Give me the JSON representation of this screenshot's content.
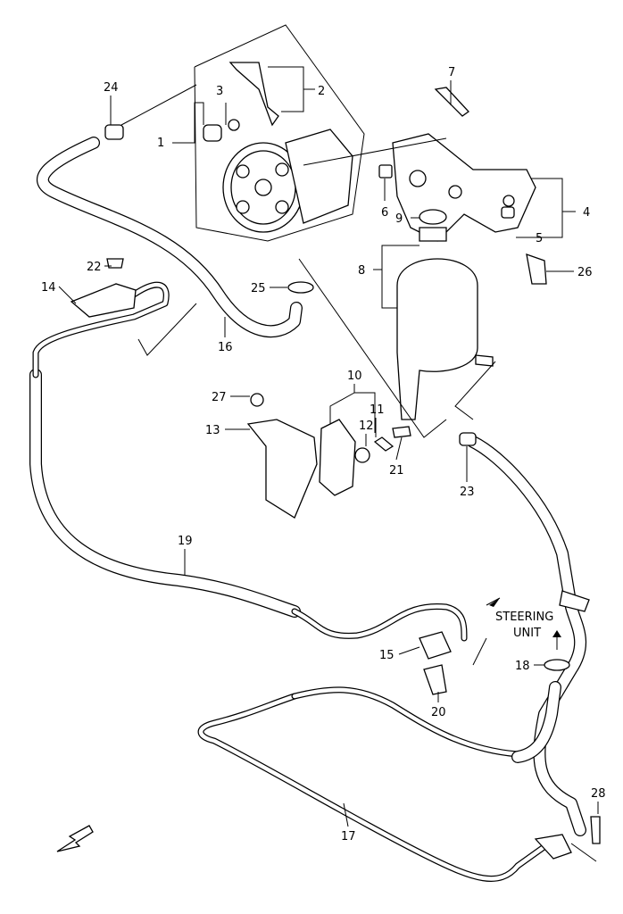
{
  "diagram": {
    "labels": [
      "1",
      "2",
      "3",
      "4",
      "5",
      "6",
      "7",
      "8",
      "9",
      "10",
      "11",
      "12",
      "13",
      "14",
      "15",
      "16",
      "17",
      "18",
      "19",
      "20",
      "21",
      "22",
      "23",
      "24",
      "25",
      "26",
      "27",
      "28"
    ],
    "steering_unit": [
      "STEERING",
      "UNIT"
    ],
    "front_arrow_icon": "arrow-front-left"
  }
}
